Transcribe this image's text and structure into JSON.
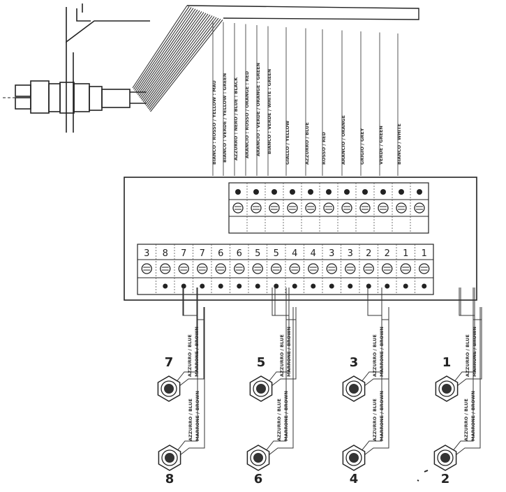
{
  "upper_wire_labels": [
    "BIANCO : ROSSO / YELLOW : MAU",
    "BIANCO : VERDE / YELLOW : GREEN",
    "AZZURRO : NERO / BLUE : BLACK",
    "ARANCIO : ROSSO / ORANGE : RED",
    "ARANCIO : VERDE / ORANGE : GREEN",
    "BIANCO : VERDE / WHITE : GREEN",
    "GIALLO / YELLOW",
    "AZZURRO / BLUE",
    "ROSSO / RED",
    "ARANCIO / ORANGE",
    "GRIGIO / GREY",
    "VERDE / GREEN",
    "BIANCO / WHITE"
  ],
  "terminal_numbers": [
    "3",
    "8",
    "7",
    "7",
    "6",
    "6",
    "5",
    "5",
    "4",
    "4",
    "3",
    "3",
    "2",
    "2",
    "1",
    "1"
  ],
  "sensor_wire_labels": [
    "AZZURRO / BLUE",
    "MARRONE / BROWN"
  ],
  "sensors": [
    {
      "id": "7",
      "row": "upper"
    },
    {
      "id": "5",
      "row": "upper"
    },
    {
      "id": "3",
      "row": "upper"
    },
    {
      "id": "1",
      "row": "upper"
    },
    {
      "id": "8",
      "row": "lower"
    },
    {
      "id": "6",
      "row": "lower"
    },
    {
      "id": "4",
      "row": "lower"
    },
    {
      "id": "2",
      "row": "lower"
    }
  ]
}
